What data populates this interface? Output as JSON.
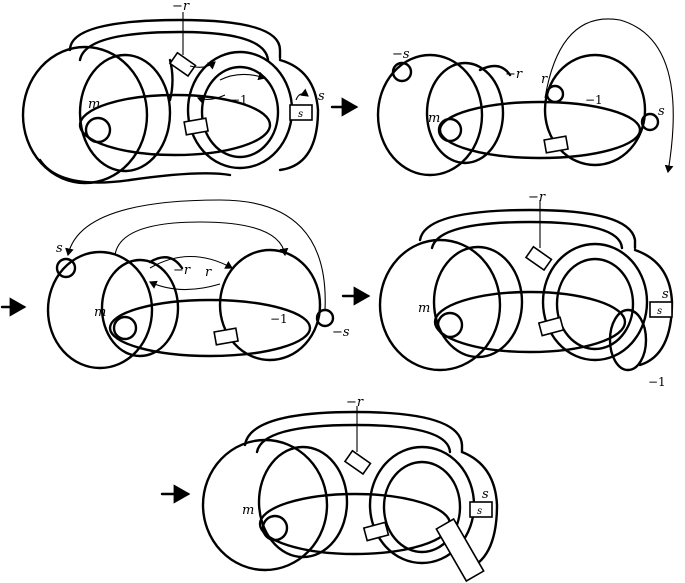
{
  "panels": [
    {
      "labels": {
        "m": "m",
        "neg_r": "−r",
        "neg_one": "−1",
        "s": "s",
        "box_s": "s"
      }
    },
    {
      "labels": {
        "neg_s": "−s",
        "neg_r": "−r",
        "r": "r",
        "neg_one": "−1",
        "m": "m",
        "s": "s"
      }
    },
    {
      "labels": {
        "s": "s",
        "neg_r": "−r",
        "r": "r",
        "m": "m",
        "neg_one": "−1",
        "neg_s": "−s"
      }
    },
    {
      "labels": {
        "neg_r": "−r",
        "m": "m",
        "s": "s",
        "box_s": "s",
        "neg_one": "−1"
      }
    },
    {
      "labels": {
        "neg_r": "−r",
        "m": "m",
        "s": "s",
        "box_s": "s"
      }
    }
  ],
  "arrows": [
    "arrow-1-to-2",
    "arrow-2-to-3",
    "arrow-3-to-4",
    "arrow-4-to-5"
  ]
}
